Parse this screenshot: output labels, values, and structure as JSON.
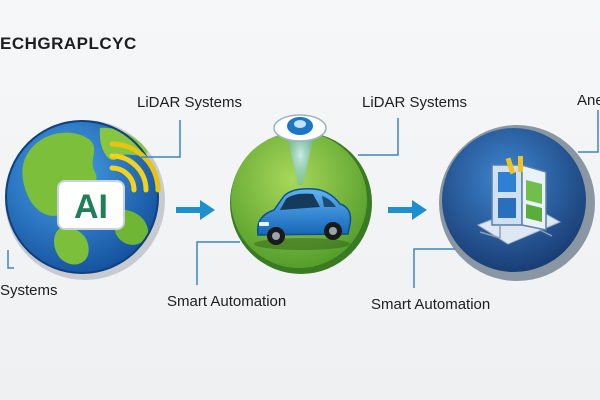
{
  "header": {
    "title": "ECHGRAPLCYC"
  },
  "stages": [
    {
      "id": "ai-globe",
      "icon": "ai-globe-icon",
      "badge": "AI",
      "label_top": "LiDAR Systems",
      "label_bottom": "Systems"
    },
    {
      "id": "autonomous-car",
      "icon": "car-sensor-icon",
      "label_top": "LiDAR Systems",
      "label_bottom": "Smart Automation"
    },
    {
      "id": "smart-building",
      "icon": "smart-building-icon",
      "label_top": "Anel",
      "label_bottom": "Smart Automation"
    }
  ],
  "colors": {
    "arrow": "#1d8fcf",
    "globe_ocean": "#1e6fc4",
    "globe_land": "#7cbf3a",
    "car_circle": "#74b83a",
    "car_body": "#2b8de0",
    "building_circle": "#27579a",
    "line": "#3a86c4"
  }
}
